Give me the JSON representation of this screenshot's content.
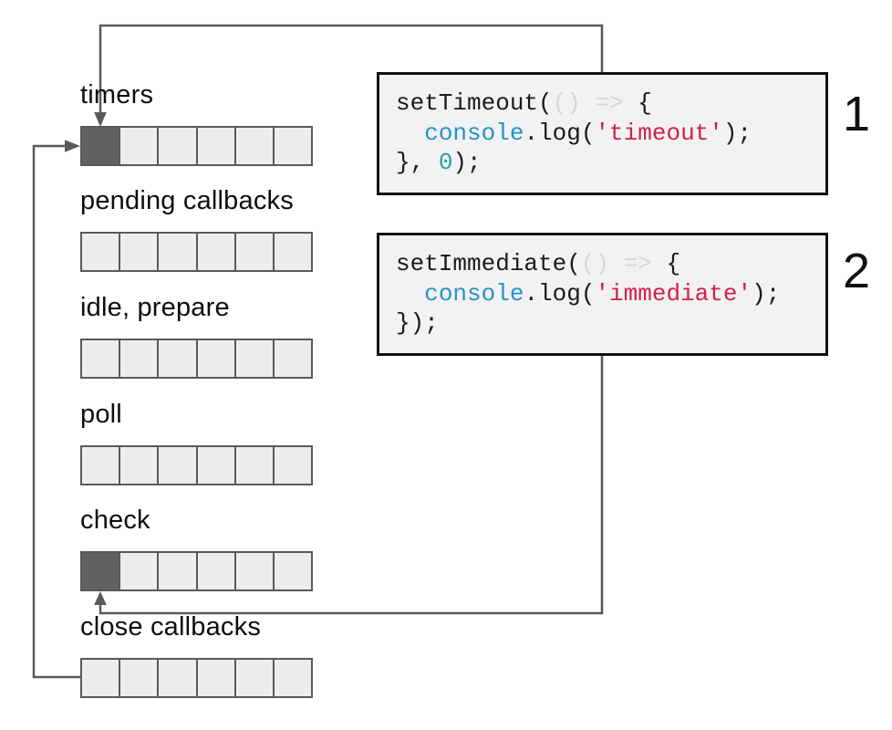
{
  "diagram": {
    "title": "node-event-loop-phases",
    "phases": [
      {
        "label": "timers",
        "cells": 6,
        "filled_cell": 0
      },
      {
        "label": "pending callbacks",
        "cells": 6,
        "filled_cell": null
      },
      {
        "label": "idle, prepare",
        "cells": 6,
        "filled_cell": null
      },
      {
        "label": "poll",
        "cells": 6,
        "filled_cell": null
      },
      {
        "label": "check",
        "cells": 6,
        "filled_cell": 0
      },
      {
        "label": "close callbacks",
        "cells": 6,
        "filled_cell": null
      }
    ],
    "connectors": [
      {
        "name": "code-box-1-to-timers",
        "description": "line from top of code box 1 looping up and left, arrow pointing down into first cell of timers row"
      },
      {
        "name": "close-callbacks-loop-to-timers",
        "description": "line from left edge of close callbacks row looping up the left side, arrow pointing right into first cell of timers row"
      },
      {
        "name": "code-box-2-to-check",
        "description": "line from bottom of code box 2 going down and left, arrow pointing up into first cell of check row"
      }
    ]
  },
  "code_boxes": [
    {
      "number": "1",
      "lines": [
        [
          {
            "t": "setTimeout(",
            "c": "plain"
          },
          {
            "t": "()",
            "c": "muted"
          },
          {
            "t": " ",
            "c": "plain"
          },
          {
            "t": "=>",
            "c": "muted"
          },
          {
            "t": " {",
            "c": "plain"
          }
        ],
        [
          {
            "t": "  ",
            "c": "plain"
          },
          {
            "t": "console",
            "c": "ident"
          },
          {
            "t": ".log(",
            "c": "plain"
          },
          {
            "t": "'timeout'",
            "c": "string"
          },
          {
            "t": ");",
            "c": "plain"
          }
        ],
        [
          {
            "t": "}, ",
            "c": "plain"
          },
          {
            "t": "0",
            "c": "number"
          },
          {
            "t": ");",
            "c": "plain"
          }
        ]
      ]
    },
    {
      "number": "2",
      "lines": [
        [
          {
            "t": "setImmediate(",
            "c": "plain"
          },
          {
            "t": "()",
            "c": "muted"
          },
          {
            "t": " ",
            "c": "plain"
          },
          {
            "t": "=>",
            "c": "muted"
          },
          {
            "t": " {",
            "c": "plain"
          }
        ],
        [
          {
            "t": "  ",
            "c": "plain"
          },
          {
            "t": "console",
            "c": "ident"
          },
          {
            "t": ".log(",
            "c": "plain"
          },
          {
            "t": "'immediate'",
            "c": "string"
          },
          {
            "t": ");",
            "c": "plain"
          }
        ],
        [
          {
            "t": "});",
            "c": "plain"
          }
        ]
      ]
    }
  ],
  "colors": {
    "background": "#ffffff",
    "connector": "#595959",
    "cell_border": "#595959",
    "cell_fill": "#ededed",
    "cell_filled": "#616161",
    "codebox_bg": "#f2f2f2",
    "codebox_border": "#111111",
    "label_text": "#0d0d0d",
    "code_plain": "#1a1a1a",
    "code_muted": "#d6d6d6",
    "code_ident": "#2693c5",
    "code_string": "#d2204c",
    "code_number": "#21a3a8",
    "number_text": "#111111"
  }
}
